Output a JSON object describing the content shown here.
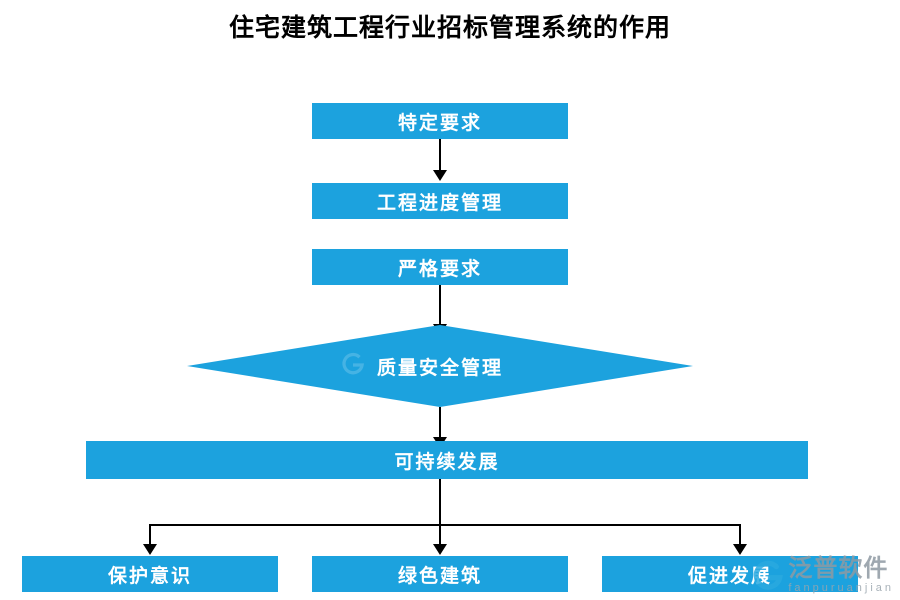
{
  "page": {
    "title": "住宅建筑工程行业招标管理系统的作用",
    "background": "#ffffff",
    "node_color": "#1CA2DE",
    "node_text_color": "#ffffff",
    "connector_color": "#000000"
  },
  "diagram": {
    "type": "flowchart",
    "nodes": [
      {
        "id": "n1",
        "shape": "rect",
        "label": "特定要求"
      },
      {
        "id": "n2",
        "shape": "rect",
        "label": "工程进度管理"
      },
      {
        "id": "n3",
        "shape": "rect",
        "label": "严格要求"
      },
      {
        "id": "n4",
        "shape": "diamond",
        "label": "质量安全管理"
      },
      {
        "id": "n5",
        "shape": "rect",
        "label": "可持续发展"
      },
      {
        "id": "n6",
        "shape": "rect",
        "label": "保护意识"
      },
      {
        "id": "n7",
        "shape": "rect",
        "label": "绿色建筑"
      },
      {
        "id": "n8",
        "shape": "rect",
        "label": "促进发展"
      }
    ],
    "edges": [
      {
        "from": "n1",
        "to": "n2"
      },
      {
        "from": "n3",
        "to": "n4"
      },
      {
        "from": "n4",
        "to": "n5"
      },
      {
        "from": "n5",
        "to": "n6"
      },
      {
        "from": "n5",
        "to": "n7"
      },
      {
        "from": "n5",
        "to": "n8"
      }
    ]
  },
  "watermark": {
    "main": "泛普软件",
    "sub": "fanpuruanjian"
  }
}
